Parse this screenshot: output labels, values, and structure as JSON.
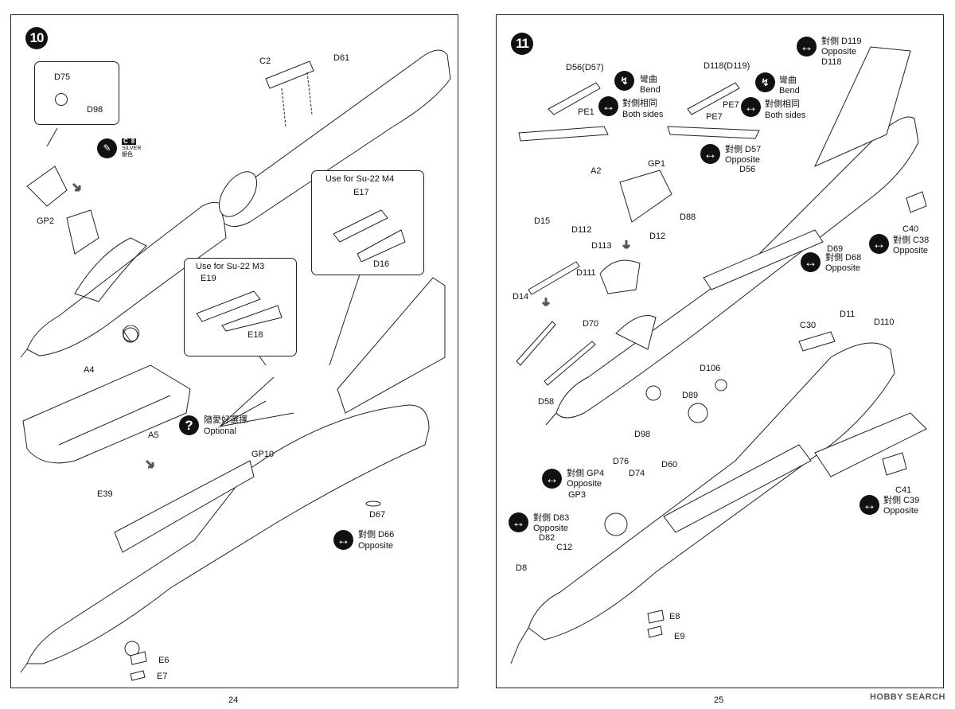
{
  "left_page": {
    "step": "10",
    "page_number": "24",
    "labels": {
      "c2": "C2",
      "d61": "D61",
      "d75": "D75",
      "d98": "D98",
      "gp2": "GP2",
      "color_code": "C",
      "color_num": "8",
      "color_name": "SILVER",
      "color_cn": "銀色",
      "use_m4": "Use for Su-22 M4",
      "e17": "E17",
      "d16": "D16",
      "use_m3": "Use for Su-22 M3",
      "e19": "E19",
      "e18": "E18",
      "a4": "A4",
      "a5": "A5",
      "optional_cn": "隨愛好選擇",
      "optional_en": "Optional",
      "gp10": "GP10",
      "e39": "E39",
      "d67": "D67",
      "opposite_cn": "對側 D66",
      "opposite_en": "Opposite",
      "e6": "E6",
      "e7": "E7"
    }
  },
  "right_page": {
    "step": "11",
    "page_number": "25",
    "labels": {
      "d56d57": "D56(D57)",
      "bend_cn1": "彎曲",
      "bend_en1": "Bend",
      "pe1": "PE1",
      "both_cn1": "對側相同",
      "both_en1": "Both sides",
      "d118d119": "D118(D119)",
      "bend_cn2": "彎曲",
      "bend_en2": "Bend",
      "pe7a": "PE7",
      "pe7b": "PE7",
      "both_cn2": "對側相同",
      "both_en2": "Both sides",
      "opp_d119_cn": "對側 D119",
      "opp_d119_en": "Opposite",
      "d118": "D118",
      "opp_d57_cn": "對側 D57",
      "opp_d57_en": "Opposite",
      "d56": "D56",
      "a2": "A2",
      "gp1": "GP1",
      "d15": "D15",
      "d112": "D112",
      "d113": "D113",
      "d88": "D88",
      "d12": "D12",
      "d111": "D111",
      "d14": "D14",
      "c40": "C40",
      "opp_c38_cn": "對側 C38",
      "opp_c38_en": "Opposite",
      "d69": "D69",
      "opp_d68_cn": "對側 D68",
      "opp_d68_en": "Opposite",
      "d70": "D70",
      "c30": "C30",
      "d11": "D11",
      "d110": "D110",
      "d106": "D106",
      "d89": "D89",
      "d58": "D58",
      "d98": "D98",
      "opp_gp4_cn": "對側 GP4",
      "opp_gp4_en": "Opposite",
      "gp3": "GP3",
      "d76": "D76",
      "d74": "D74",
      "d60": "D60",
      "opp_d83_cn": "對側 D83",
      "opp_d83_en": "Opposite",
      "d82": "D82",
      "c12": "C12",
      "d8": "D8",
      "e8": "E8",
      "e9": "E9",
      "c41": "C41",
      "opp_c39_cn": "對側 C39",
      "opp_c39_en": "Opposite"
    }
  },
  "watermark": "HOBBY SEARCH",
  "icons": {
    "opposite": "double-arrow-icon",
    "bend": "bend-icon",
    "optional": "question-icon",
    "arrow": "down-right-arrow-icon"
  }
}
